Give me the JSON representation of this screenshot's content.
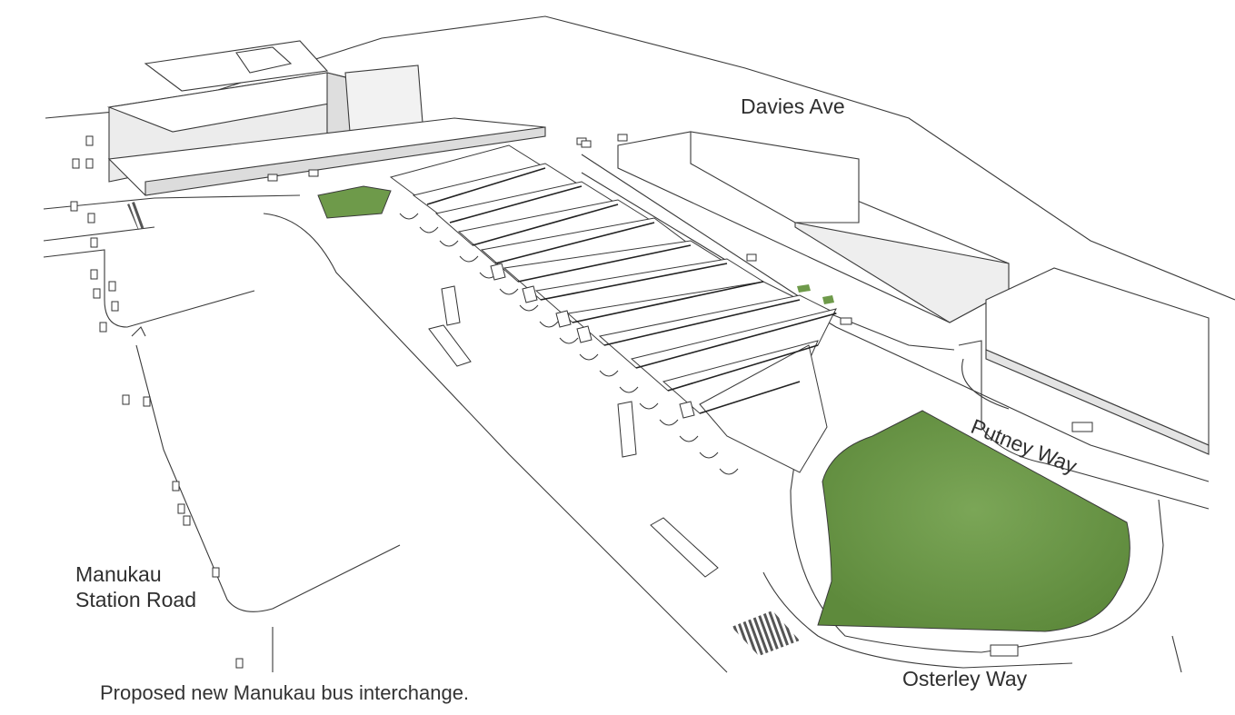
{
  "labels": {
    "davies_ave": "Davies Ave",
    "putney_way": "Putney Way",
    "manukau_station_road_line1": "Manukau",
    "manukau_station_road_line2": "Station Road",
    "osterley_way": "Osterley Way"
  },
  "caption": "Proposed new Manukau bus interchange.",
  "colors": {
    "grass": "#6e9a4a",
    "grass_dark": "#557c36",
    "line": "#3a3a3a",
    "building_side": "#e6e6e6",
    "building_top": "#ffffff"
  }
}
